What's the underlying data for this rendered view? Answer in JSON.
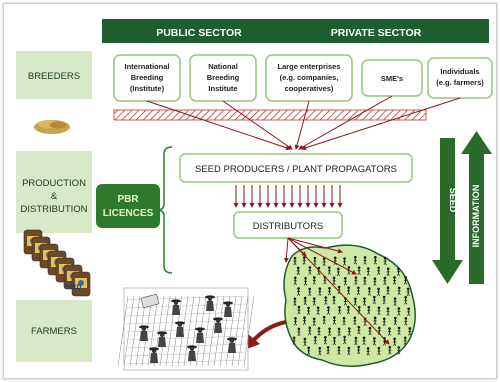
{
  "sectors": {
    "public": "PUBLIC SECTOR",
    "private": "PRIVATE SECTOR"
  },
  "rows": {
    "breeders": "BREEDERS",
    "production_line1": "PRODUCTION",
    "production_line2": "&",
    "production_line3": "DISTRIBUTION",
    "farmers": "FARMERS"
  },
  "breeders": [
    {
      "line1": "International",
      "line2": "Breeding",
      "line3": "(Institute)"
    },
    {
      "line1": "National",
      "line2": "Breeding",
      "line3": "Institute"
    },
    {
      "line1": "Large enterprises",
      "line2": "(e.g. companies,",
      "line3": "cooperatives)"
    },
    {
      "line1": "SME's",
      "line2": "",
      "line3": ""
    },
    {
      "line1": "Individuals",
      "line2": "(e.g. farmers)",
      "line3": ""
    }
  ],
  "pbr": {
    "line1": "PBR",
    "line2": "LICENCES"
  },
  "producers": "SEED PRODUCERS / PLANT PROPAGATORS",
  "distributors": "DISTRIBUTORS",
  "flows": {
    "seed": "SEED",
    "information": "INFORMATION"
  },
  "bag_label": "SEED",
  "colors": {
    "header_green": "#1e5e2e",
    "side_green": "#d8e8c8",
    "box_border": "#9ac47a",
    "pbr_green": "#2d7a2d",
    "arrow_red": "#8b1a1a",
    "land_green": "#cfe8a4",
    "big_arrow": "#2a6b2a"
  }
}
